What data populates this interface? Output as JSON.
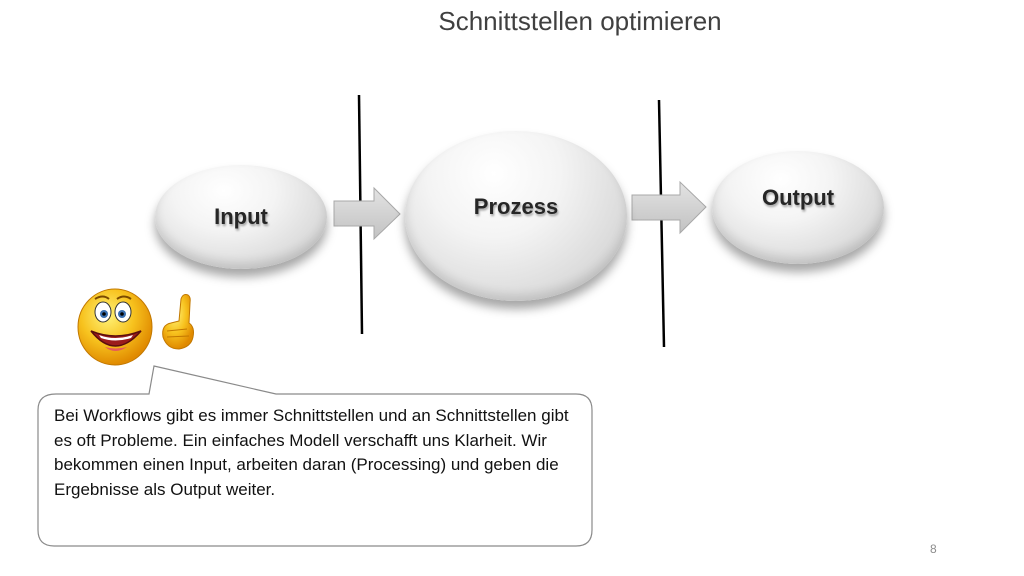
{
  "slide": {
    "title": "Schnittstellen optimieren",
    "page_number": "8"
  },
  "diagram": {
    "nodes": [
      {
        "id": "input",
        "label": "Input"
      },
      {
        "id": "process",
        "label": "Prozess"
      },
      {
        "id": "output",
        "label": "Output"
      }
    ],
    "edges": [
      {
        "from": "input",
        "to": "process"
      },
      {
        "from": "process",
        "to": "output"
      }
    ]
  },
  "callout": {
    "text": "Bei Workflows gibt es immer Schnittstellen und an Schnittstellen gibt es oft Probleme. Ein einfaches Modell verschafft uns Klarheit. Wir bekommen einen Input, arbeiten daran (Processing) und geben die Ergebnisse als Output weiter."
  },
  "icons": {
    "smiley": "pointing-smiley-icon",
    "arrow": "right-arrow-icon"
  },
  "colors": {
    "node_fill": "#e6e6e6",
    "arrow_fill": "#d0d0d0",
    "divider": "#000000"
  }
}
